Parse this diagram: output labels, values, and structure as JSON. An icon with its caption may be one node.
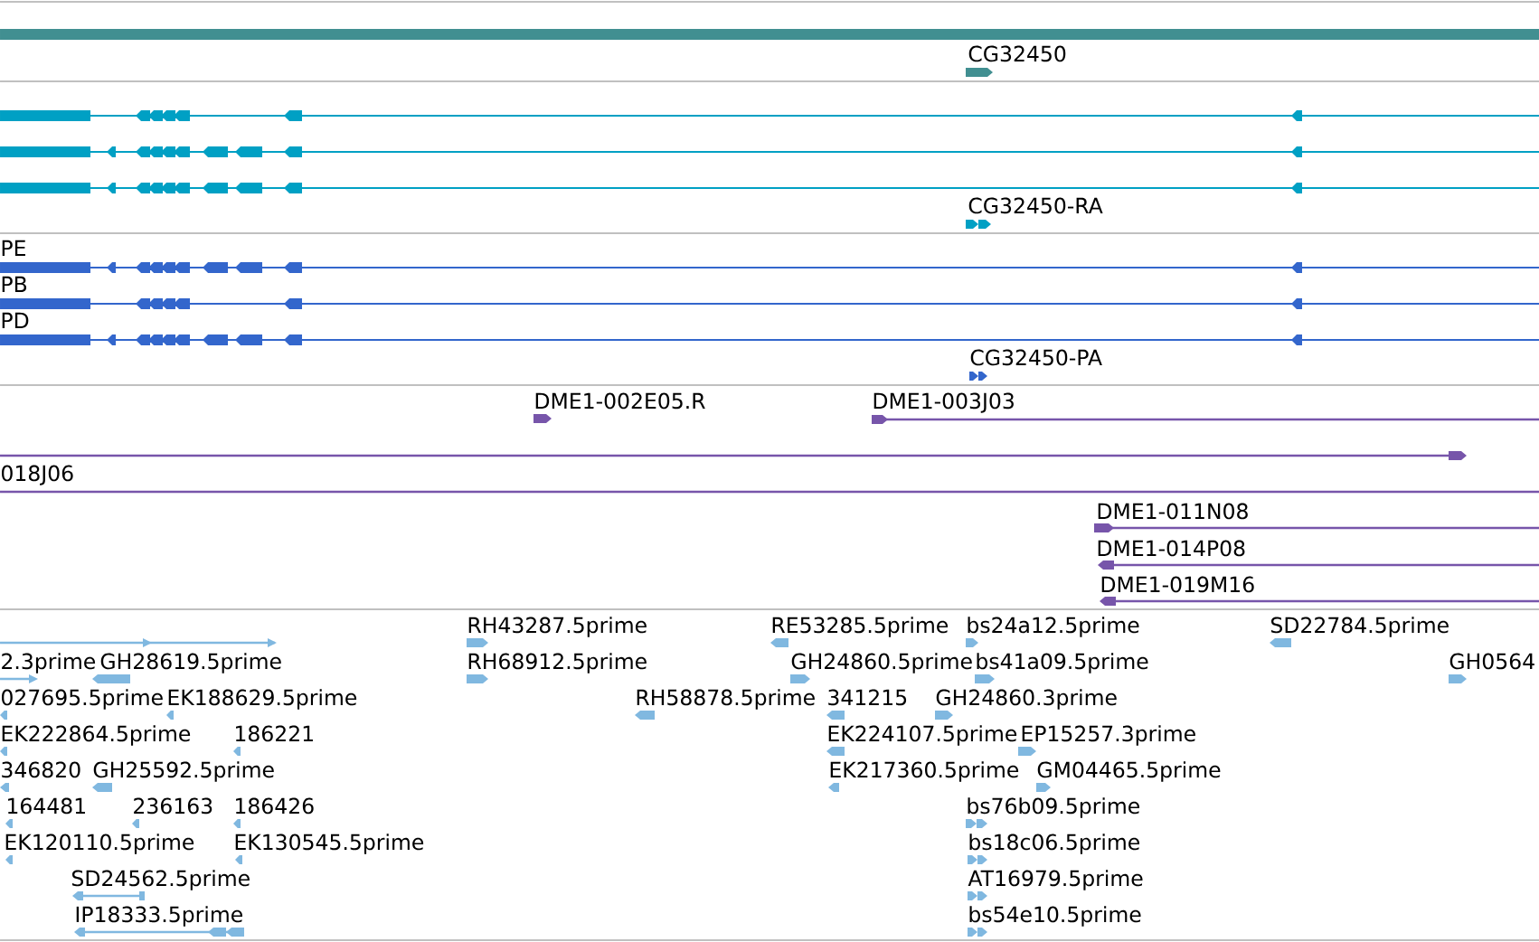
{
  "diagram": {
    "labels": [
      "CG32450",
      "CG32450-RA",
      "PE",
      "PB",
      "PD",
      "CG32450-PA",
      "DME1-002E05.R",
      "DME1-003J03",
      "018J06",
      "DME1-011N08",
      "DME1-014P08",
      "DME1-019M16",
      "RH43287.5prime",
      "RE53285.5prime",
      "bs24a12.5prime",
      "SD22784.5prime",
      "2.3prime",
      "GH28619.5prime",
      "RH68912.5prime",
      "GH24860.5prime",
      "bs41a09.5prime",
      "GH0564",
      "027695.5prime",
      "EK188629.5prime",
      "RH58878.5prime",
      "341215",
      "GH24860.3prime",
      "EK222864.5prime",
      "186221",
      "EK224107.5prime",
      "EP15257.3prime",
      "346820",
      "GH25592.5prime",
      "EK217360.5prime",
      "GM04465.5prime",
      "164481",
      "236163",
      "186426",
      "bs76b09.5prime",
      "EK120110.5prime",
      "EK130545.5prime",
      "bs18c06.5prime",
      "SD24562.5prime",
      "AT16979.5prime",
      "IP18333.5prime",
      "bs54e10.5prime"
    ]
  }
}
